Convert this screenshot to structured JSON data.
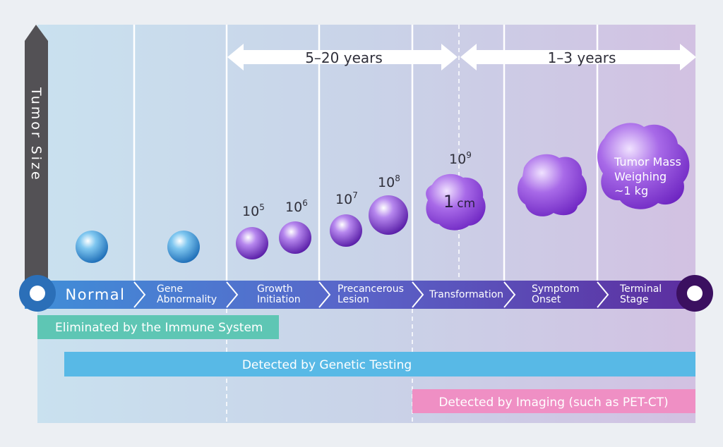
{
  "axis": {
    "label": "Tumor Size"
  },
  "ranges": {
    "early": "5–20 years",
    "late": "1–3 years"
  },
  "stages": [
    {
      "line1": "Normal",
      "line2": ""
    },
    {
      "line1": "Gene",
      "line2": "Abnormality"
    },
    {
      "line1": "Growth",
      "line2": "Initiation"
    },
    {
      "line1": "Precancerous",
      "line2": "Lesion"
    },
    {
      "line1": "Transformation",
      "line2": ""
    },
    {
      "line1": "Symptom",
      "line2": "Onset"
    },
    {
      "line1": "Terminal",
      "line2": "Stage"
    }
  ],
  "cell_counts": [
    {
      "base": "10",
      "exp": "5"
    },
    {
      "base": "10",
      "exp": "6"
    },
    {
      "base": "10",
      "exp": "7"
    },
    {
      "base": "10",
      "exp": "8"
    },
    {
      "base": "10",
      "exp": "9"
    }
  ],
  "labels": {
    "one_cm_num": "1",
    "one_cm_unit": "cm",
    "mass_line1": "Tumor Mass",
    "mass_line2": "Weighing",
    "mass_line3": "~1 kg"
  },
  "bands": {
    "immune": "Eliminated by the Immune System",
    "genetic": "Detected by Genetic Testing",
    "imaging": "Detected by Imaging (such as PET-CT)"
  },
  "colors": {
    "immune": "#5ec6b4",
    "genetic": "#58b9e6",
    "imaging": "#ef8fc4",
    "blue_cell": "#2f8fd0",
    "purple_cell": "#8a3fd6"
  }
}
